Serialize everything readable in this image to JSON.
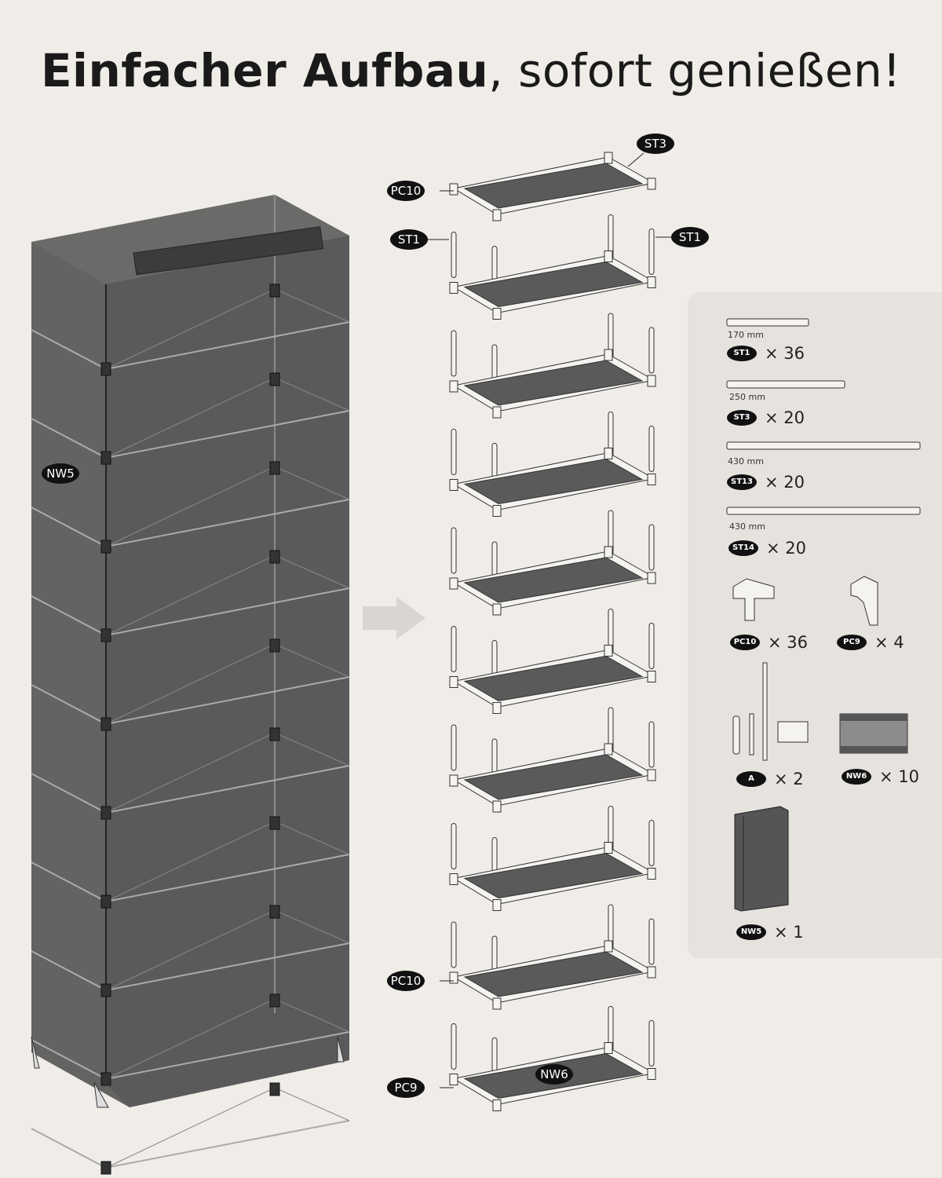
{
  "title": {
    "bold": "Einfacher Aufbau",
    "rest": ", sofort genießen!"
  },
  "callouts": {
    "st3_top": "ST3",
    "pc10_top": "PC10",
    "st1_left": "ST1",
    "st1_right": "ST1",
    "nw5": "NW5",
    "pc10_bottom": "PC10",
    "pc9": "PC9",
    "nw6": "NW6"
  },
  "parts": [
    {
      "code": "ST1",
      "dimension": "170 mm",
      "qty": "× 36"
    },
    {
      "code": "ST3",
      "dimension": "250 mm",
      "qty": "× 20"
    },
    {
      "code": "ST13",
      "dimension": "430 mm",
      "qty": "× 20"
    },
    {
      "code": "ST14",
      "dimension": "430 mm",
      "qty": "× 20"
    },
    {
      "code": "PC10",
      "qty": "× 36"
    },
    {
      "code": "PC9",
      "qty": "× 4"
    },
    {
      "code": "A",
      "qty": "× 2"
    },
    {
      "code": "NW6",
      "qty": "× 10"
    },
    {
      "code": "NW5",
      "qty": "× 1"
    }
  ],
  "shelf_count": 10,
  "colors": {
    "background": "#f0ede8",
    "panel": "#e6e2de",
    "fabric": "#5a5a5a"
  }
}
